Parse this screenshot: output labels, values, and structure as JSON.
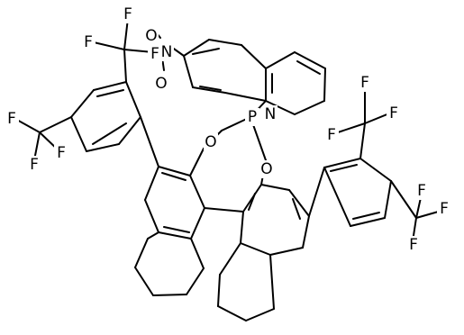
{
  "molecule": {
    "atom_labels": {
      "F": "F",
      "O": "O",
      "P": "P",
      "N": "N"
    },
    "colors": {
      "bond": "#000000",
      "background": "#ffffff"
    }
  }
}
